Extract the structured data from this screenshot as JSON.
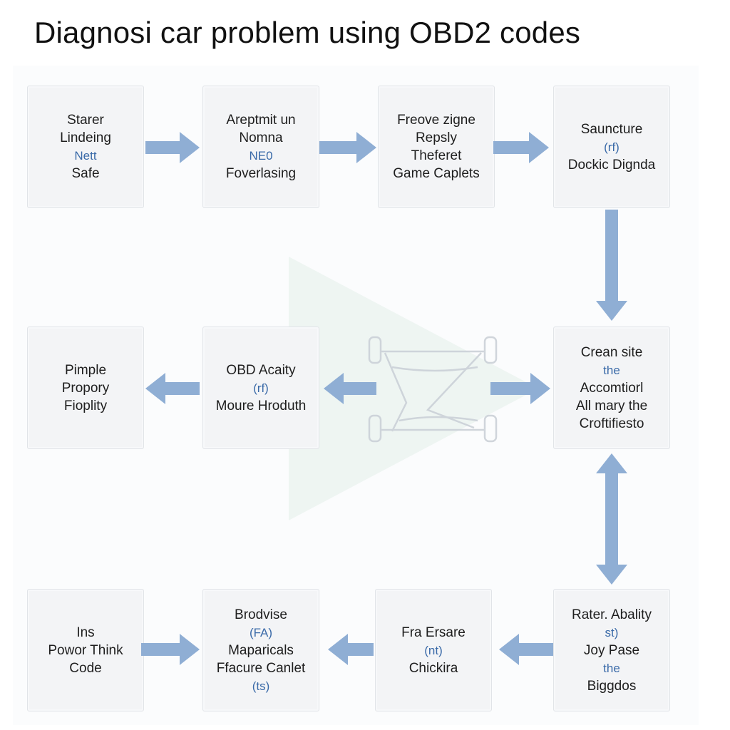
{
  "title": "Diagnosi car problem using OBD2 codes",
  "colors": {
    "arrow": "#8faed4",
    "box": "#f3f4f6",
    "box_border": "#e1e4e8",
    "accent_text": "#3a6aa8"
  },
  "boxes": [
    {
      "id": "r1c1",
      "lines": [
        {
          "t": "Starer"
        },
        {
          "t": "Lindeing"
        },
        {
          "t": "Nett",
          "blue": true
        },
        {
          "t": "Safe"
        }
      ]
    },
    {
      "id": "r1c2",
      "lines": [
        {
          "t": "Areptmit un"
        },
        {
          "t": "Nomna"
        },
        {
          "t": "NE0",
          "blue": true
        },
        {
          "t": "Foverlasing"
        }
      ]
    },
    {
      "id": "r1c3",
      "lines": [
        {
          "t": "Freove zigne"
        },
        {
          "t": "Repsly"
        },
        {
          "t": "Theferet"
        },
        {
          "t": "Game Caplets"
        }
      ]
    },
    {
      "id": "r1c4",
      "lines": [
        {
          "t": "Sauncture"
        },
        {
          "t": "(rf)",
          "blue": true
        },
        {
          "t": "Dockic Dignda"
        }
      ]
    },
    {
      "id": "r2c1",
      "lines": [
        {
          "t": "Pimple"
        },
        {
          "t": "Propory"
        },
        {
          "t": "Fioplity"
        }
      ]
    },
    {
      "id": "r2c2",
      "lines": [
        {
          "t": "OBD Acaity"
        },
        {
          "t": "(rf)",
          "blue": true
        },
        {
          "t": "Moure Hroduth"
        }
      ]
    },
    {
      "id": "r2c4",
      "lines": [
        {
          "t": "Crean site"
        },
        {
          "t": "the",
          "blue": true
        },
        {
          "t": "Accomtiorl"
        },
        {
          "t": "All mary the"
        },
        {
          "t": "Croftifiesto"
        }
      ]
    },
    {
      "id": "r3c1",
      "lines": [
        {
          "t": "Ins"
        },
        {
          "t": "Powor Think"
        },
        {
          "t": "Code"
        }
      ]
    },
    {
      "id": "r3c2",
      "lines": [
        {
          "t": "Brodvise"
        },
        {
          "t": "(FA)",
          "blue": true
        },
        {
          "t": "Maparicals"
        },
        {
          "t": "Ffacure Canlet"
        },
        {
          "t": "(ts)",
          "blue": true
        }
      ]
    },
    {
      "id": "r3c3",
      "lines": [
        {
          "t": "Fra Ersare"
        },
        {
          "t": "(nt)",
          "blue": true
        },
        {
          "t": "Chickira"
        }
      ]
    },
    {
      "id": "r3c4",
      "lines": [
        {
          "t": "Rater. Abality"
        },
        {
          "t": "st)",
          "blue": true
        },
        {
          "t": "Joy Pase"
        },
        {
          "t": "the",
          "blue": true
        },
        {
          "t": "Biggdos"
        }
      ]
    }
  ],
  "arrows": [
    {
      "name": "arrow-r1c1-to-r1c2",
      "dir": "right"
    },
    {
      "name": "arrow-r1c2-to-r1c3",
      "dir": "right"
    },
    {
      "name": "arrow-r1c3-to-r1c4",
      "dir": "right"
    },
    {
      "name": "arrow-r1c4-to-r2c4",
      "dir": "down"
    },
    {
      "name": "arrow-r2c2-to-r2c1",
      "dir": "left"
    },
    {
      "name": "arrow-center-to-r2c2",
      "dir": "left"
    },
    {
      "name": "arrow-center-to-r2c4",
      "dir": "right"
    },
    {
      "name": "arrow-r2c4-r3c4",
      "dir": "both-vertical"
    },
    {
      "name": "arrow-r3c1-to-r3c2",
      "dir": "right"
    },
    {
      "name": "arrow-r3c3-to-r3c2",
      "dir": "left"
    },
    {
      "name": "arrow-r3c4-to-r3c3",
      "dir": "left"
    }
  ]
}
